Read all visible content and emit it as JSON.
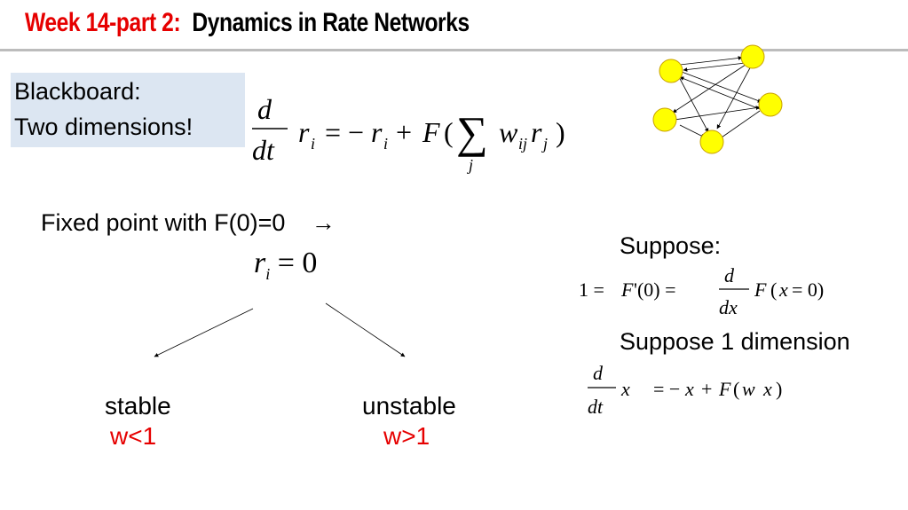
{
  "title": {
    "part": "Week 14-part 2:",
    "main": "Dynamics in Rate Networks"
  },
  "blackboard": {
    "line1": "Blackboard:",
    "line2": "Two dimensions!"
  },
  "fixed_point": {
    "text": "Fixed point with F(0)=0",
    "arrow": "→"
  },
  "stable": {
    "label": "stable",
    "condition": "w<1"
  },
  "unstable": {
    "label": "unstable",
    "condition": "w>1"
  },
  "suppose": {
    "label": "Suppose:",
    "one_dimension": "Suppose 1 dimension"
  },
  "colors": {
    "accent_red": "#e60000",
    "board_bg": "#dce6f2",
    "node_yellow": "#ffff00"
  }
}
